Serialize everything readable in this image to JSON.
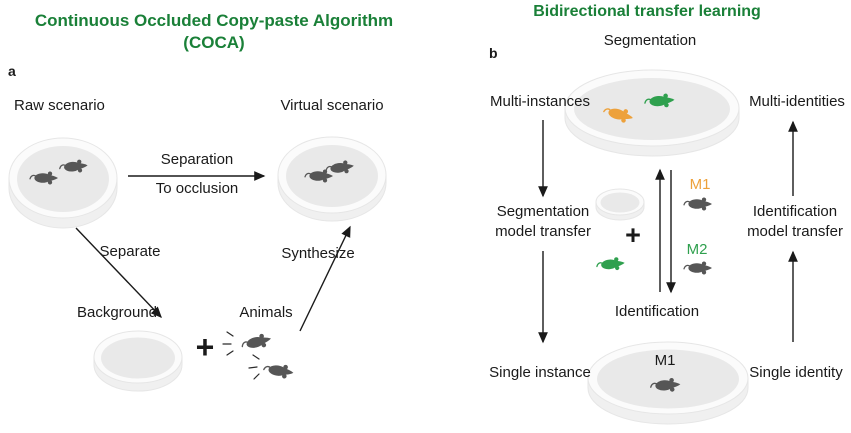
{
  "colors": {
    "title_green": "#1a8038",
    "m1_orange": "#eda13b",
    "m2_green": "#2fa04e",
    "mouse_gray": "#565656",
    "dish_rim": "#fbfbfb",
    "dish_floor": "#e9e9e9"
  },
  "icons": {
    "mouse": "mouse-icon",
    "dish": "petri-dish-icon",
    "arrow": "arrow-icon",
    "plus": "plus-sign"
  },
  "panel_a": {
    "panel_label": "a",
    "title_line1": "Continuous Occluded Copy-paste Algorithm",
    "title_line2": "(COCA)",
    "labels": {
      "raw_scenario": "Raw scenario",
      "virtual_scenario": "Virtual scenario",
      "separation": "Separation",
      "to_occlusion": "To occlusion",
      "separate": "Separate",
      "synthesize": "Synthesize",
      "background": "Background",
      "animals": "Animals",
      "plus": "+"
    }
  },
  "panel_b": {
    "panel_label": "b",
    "title": "Bidirectional transfer learning",
    "labels": {
      "segmentation": "Segmentation",
      "multi_instances": "Multi-instances",
      "multi_identities": "Multi-identities",
      "segmentation_model_transfer": "Segmentation model transfer",
      "identification_model_transfer": "Identification model transfer",
      "identification": "Identification",
      "single_instance": "Single instance",
      "single_identity": "Single identity",
      "m1": "M1",
      "m2": "M2",
      "m1_dish": "M1",
      "plus": "+"
    }
  }
}
